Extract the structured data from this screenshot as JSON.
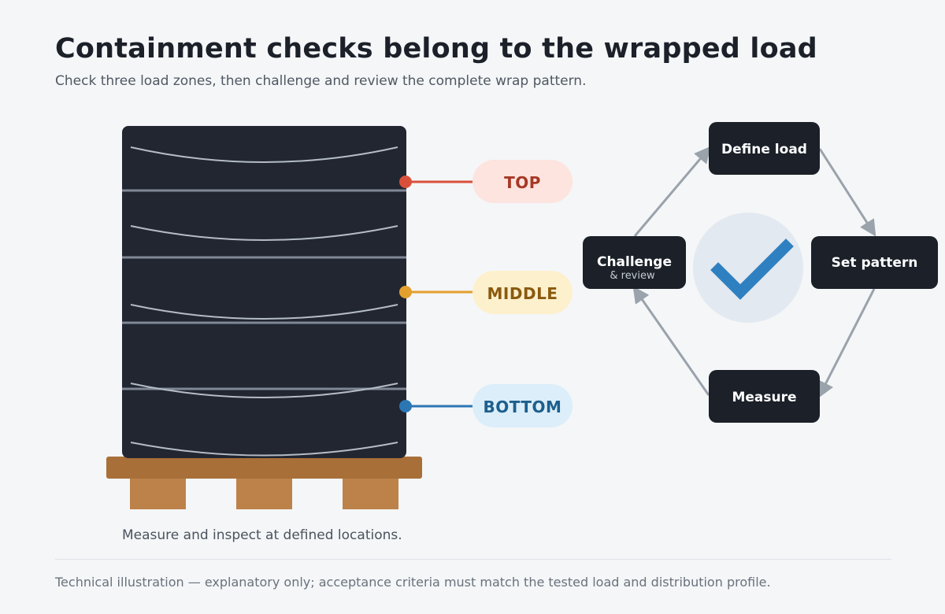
{
  "header": {
    "title": "Containment checks belong to the wrapped load",
    "subtitle": "Check three load zones, then challenge and review the complete wrap pattern."
  },
  "zones": [
    {
      "label": "TOP",
      "color": "#d9503a",
      "pill_bg": "#fde4df",
      "text_color": "#a73826"
    },
    {
      "label": "MIDDLE",
      "color": "#e3a02c",
      "pill_bg": "#fdf0cc",
      "text_color": "#8a5a0e"
    },
    {
      "label": "BOTTOM",
      "color": "#2b77b4",
      "pill_bg": "#dbeefa",
      "text_color": "#1d5f8d"
    }
  ],
  "cycle": {
    "steps": [
      {
        "label": "Define load",
        "sublabel": ""
      },
      {
        "label": "Set pattern",
        "sublabel": ""
      },
      {
        "label": "Measure",
        "sublabel": ""
      },
      {
        "label": "Challenge",
        "sublabel": "& review"
      }
    ],
    "center_icon": "checkmark-icon",
    "accent_color": "#2f80c0"
  },
  "caption": "Measure and inspect at defined locations.",
  "footer": {
    "disclaimer": "Technical illustration — explanatory only; acceptance criteria must match the tested load and distribution profile."
  },
  "colors": {
    "background": "#f4f6f8",
    "load": "#212631",
    "pallet_top": "#a86f38",
    "pallet_block": "#bd824a",
    "step_box": "#1b2029",
    "arrow": "#9aa2ab"
  }
}
